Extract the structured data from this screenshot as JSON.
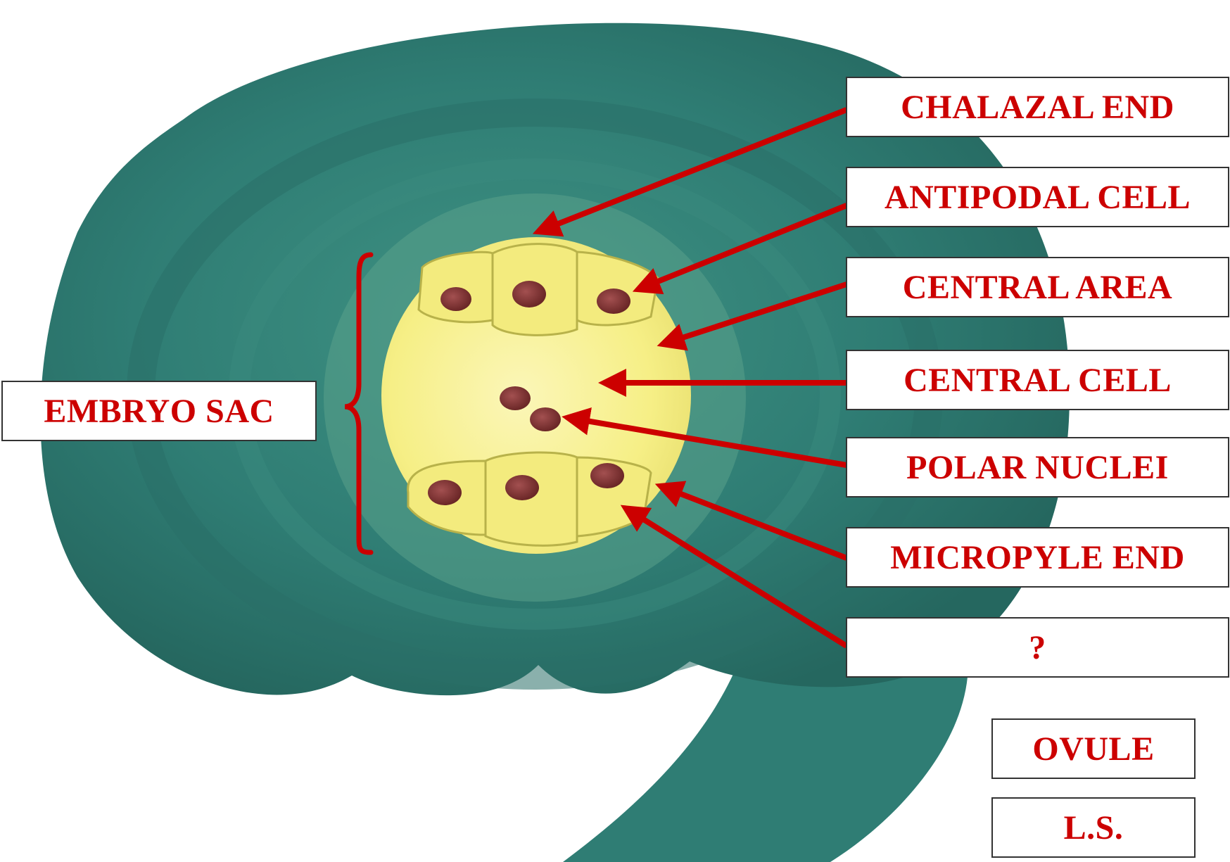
{
  "labels": {
    "chalazal_end": "CHALAZAL END",
    "antipodal_cell": "ANTIPODAL CELL",
    "central_area": "CENTRAL AREA",
    "central_cell": "CENTRAL CELL",
    "polar_nuclei": "POLAR NUCLEI",
    "micropyle_end": "MICROPYLE END",
    "unknown": "?",
    "embryo_sac": "EMBRYO SAC",
    "ovule": "OVULE",
    "ls": "L.S."
  },
  "colors": {
    "label_text": "#cc0000",
    "arrow": "#cc0000",
    "ovule_body": "#2f7d74",
    "embryo_sac": "#f6f08a",
    "nucleus": "#7a2f2f"
  }
}
